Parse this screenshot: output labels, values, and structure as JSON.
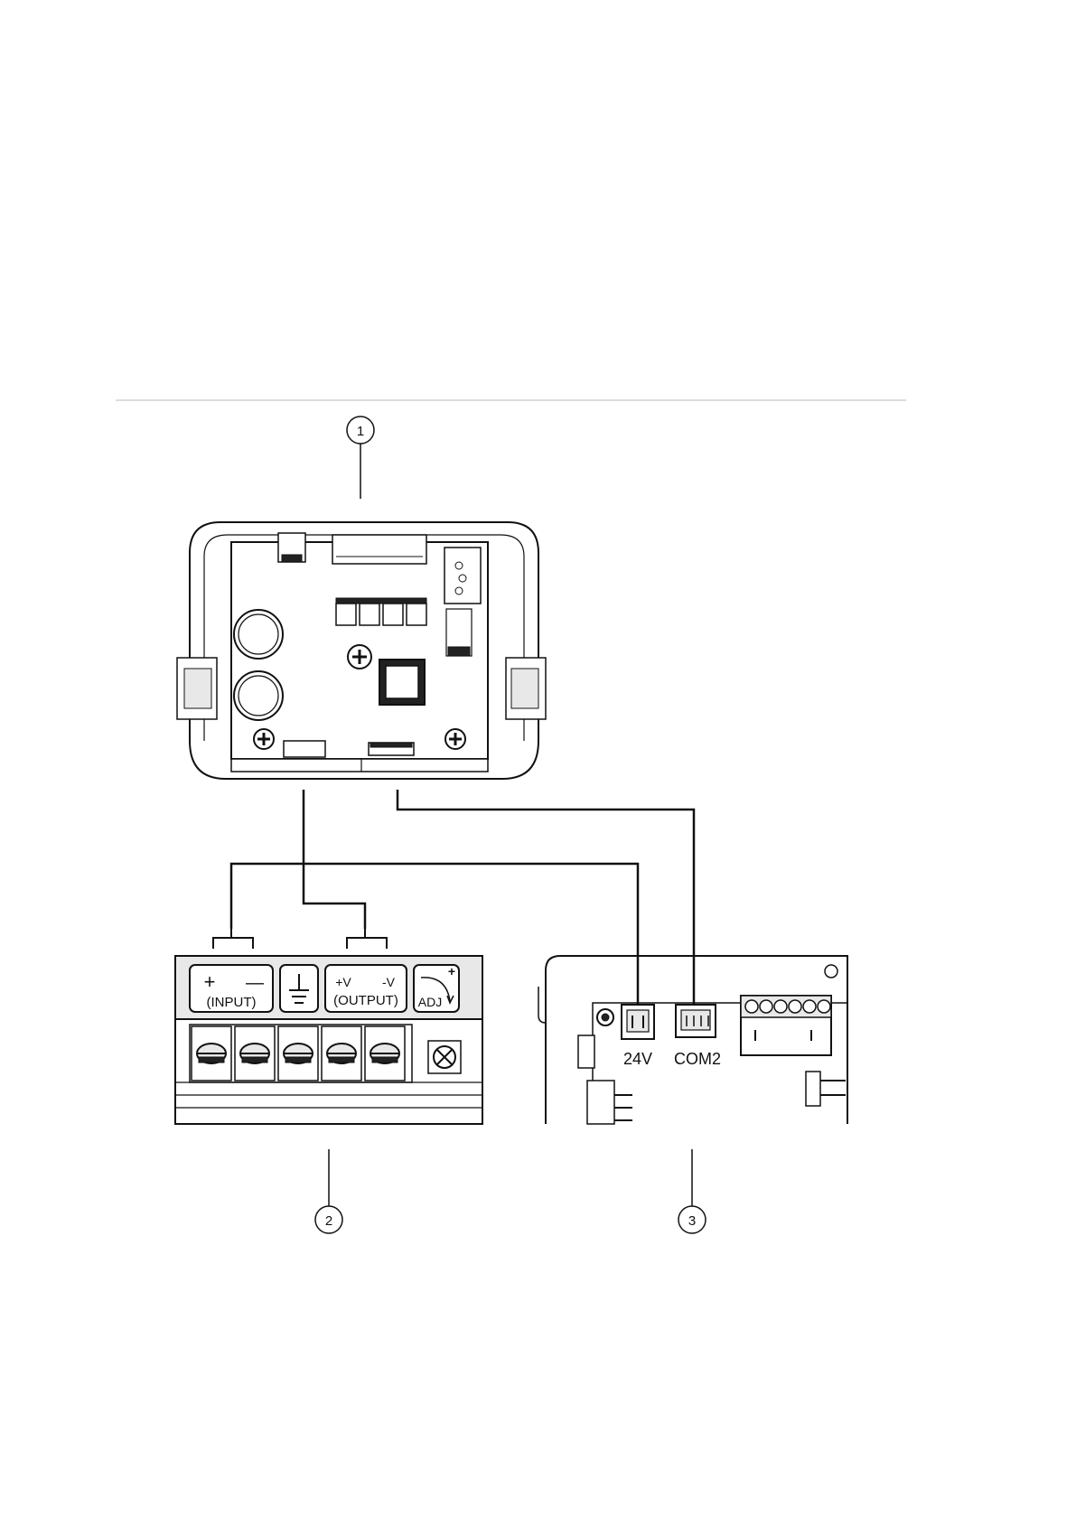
{
  "callouts": {
    "c1": "1",
    "c2": "2",
    "c3": "3"
  },
  "psu": {
    "plus": "+",
    "minus": "—",
    "input": "(INPUT)",
    "pv": "+V",
    "mv": "-V",
    "output": "(OUTPUT)",
    "adj": "ADJ",
    "adj_plus": "+"
  },
  "board": {
    "v24": "24V",
    "com2": "COM2"
  }
}
